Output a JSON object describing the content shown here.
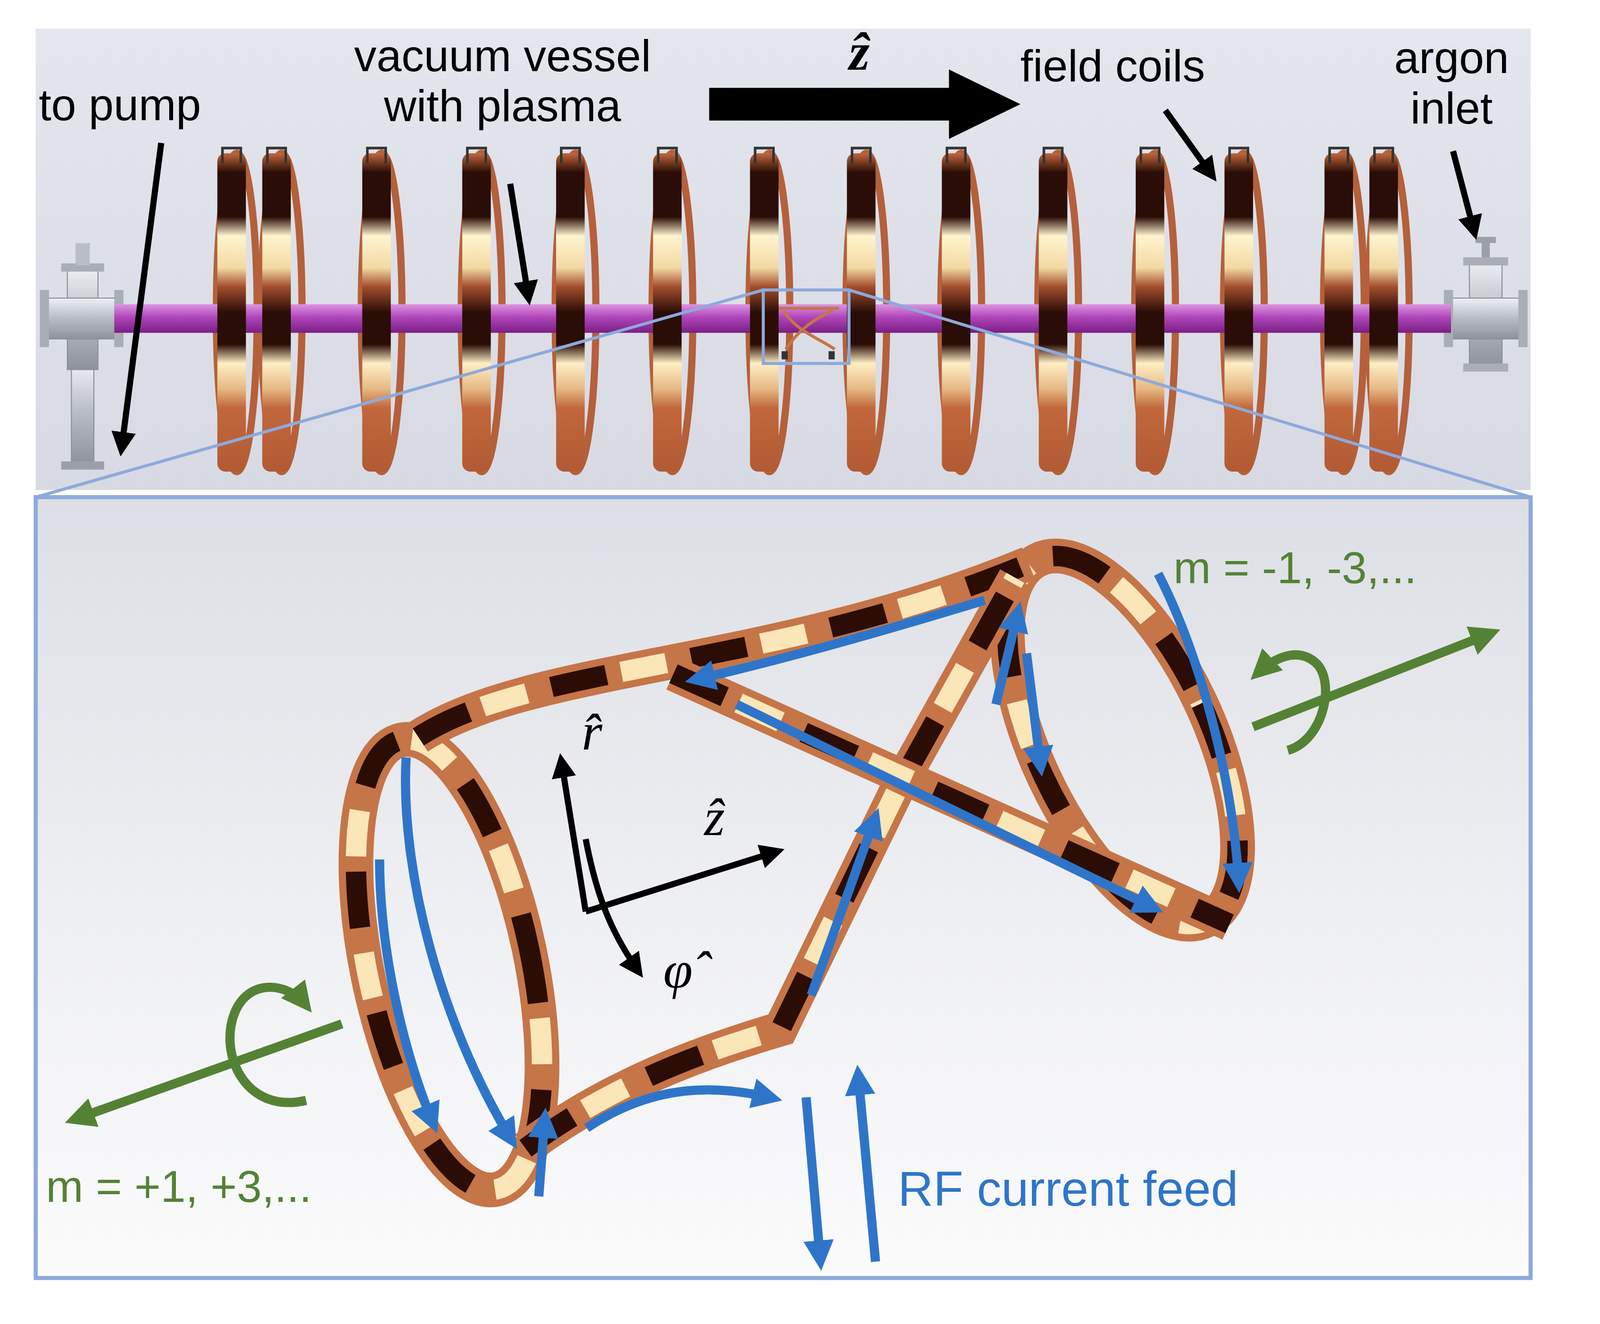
{
  "diagram": {
    "labels": [
      "to pump",
      "vacuum vessel with plasma",
      "ẑ",
      "field coils",
      "argon inlet",
      "m = -1, -3,...",
      "r̂",
      "ẑ",
      "φ̂",
      "m = +1, +3,...",
      "RF current feed"
    ]
  }
}
